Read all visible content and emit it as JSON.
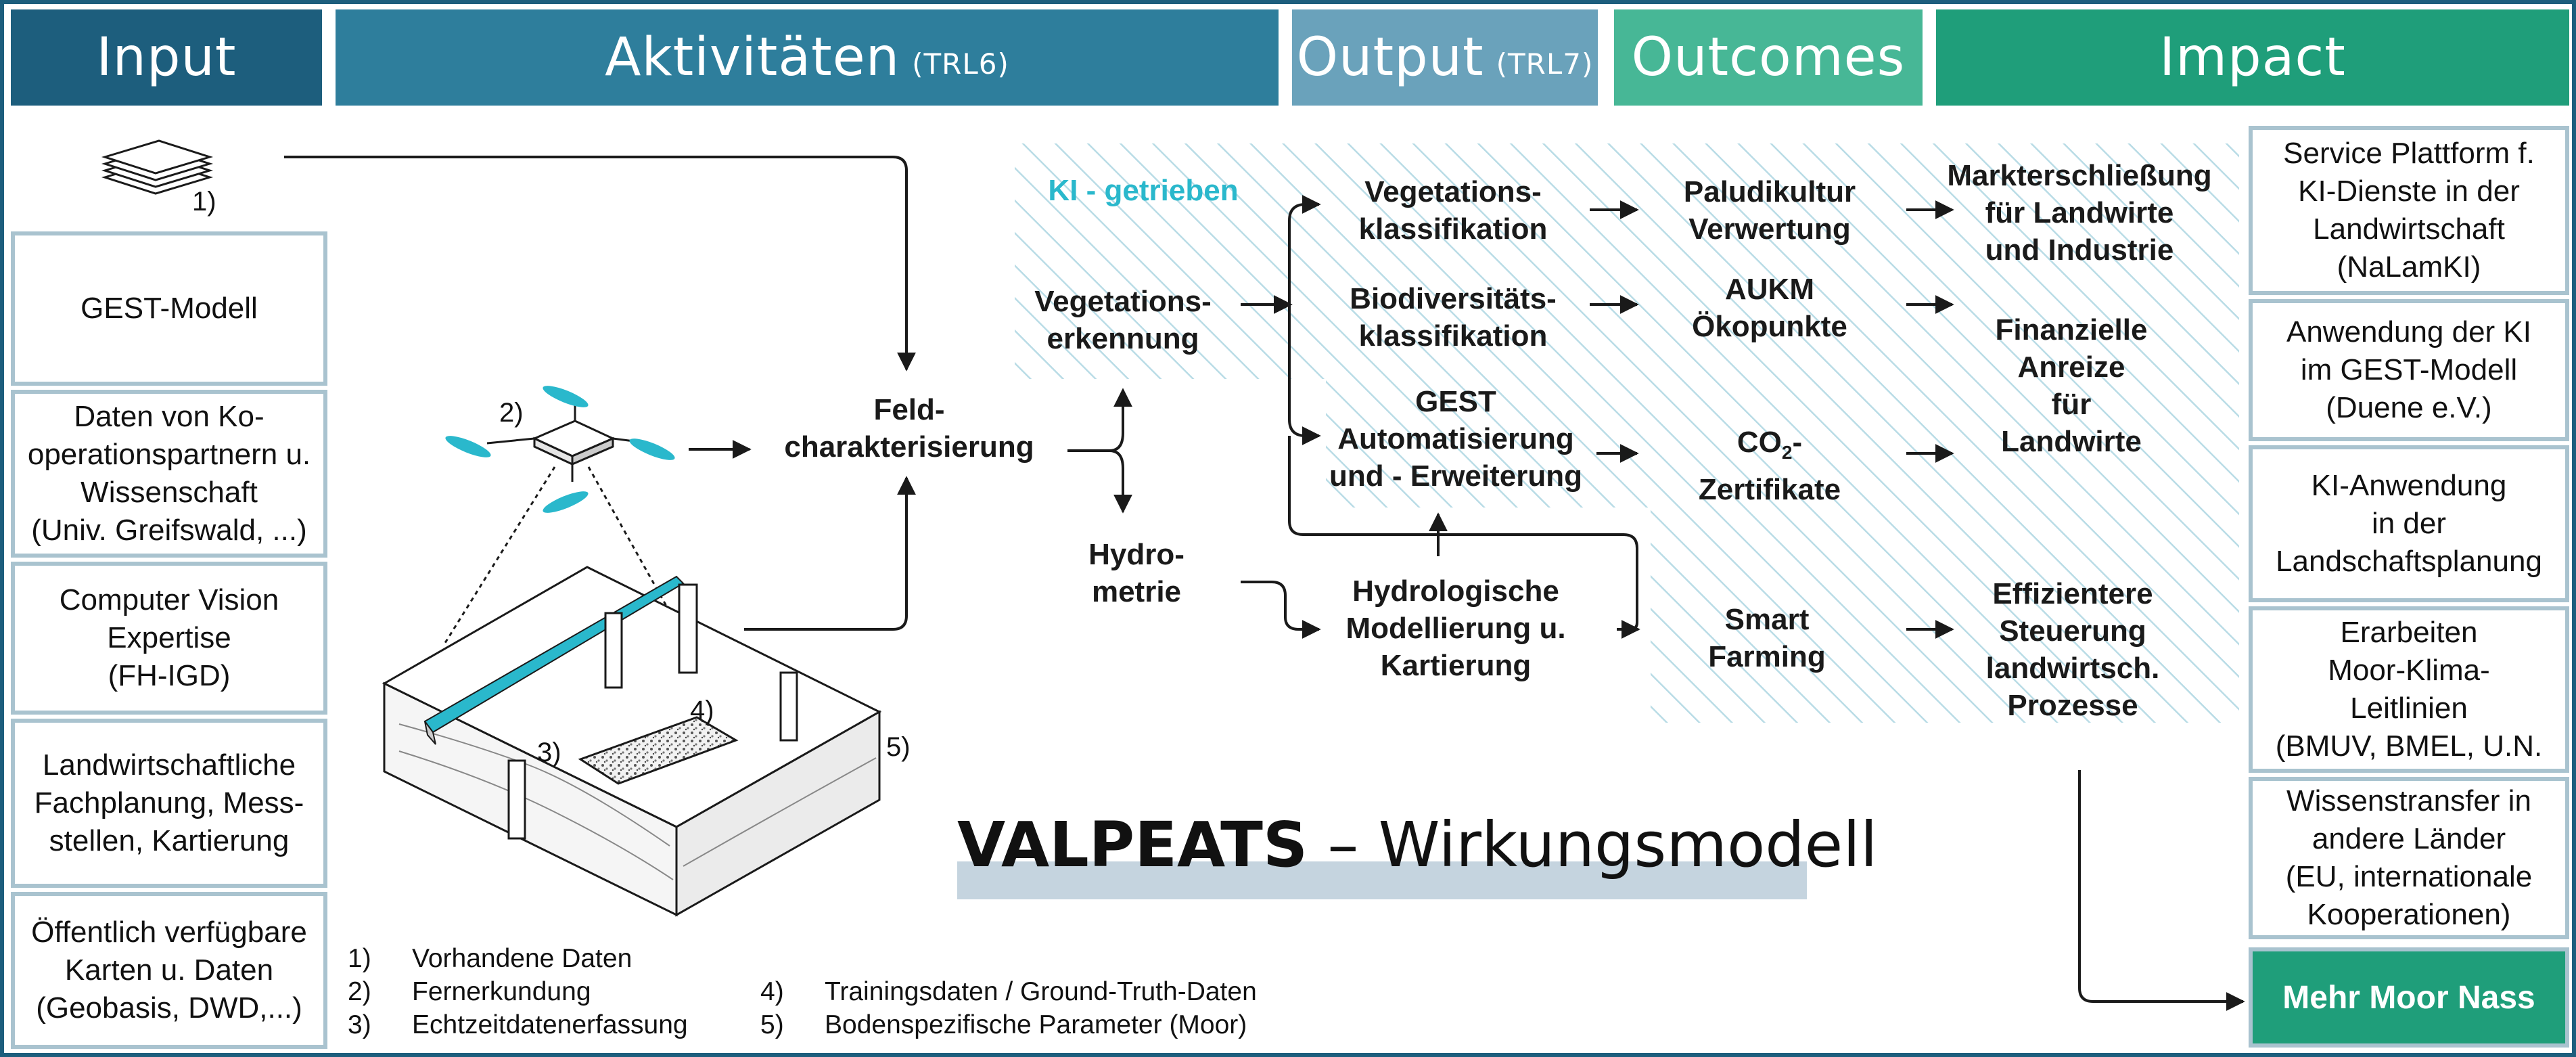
{
  "header": {
    "input": {
      "label": "Input",
      "color": "#1d5e7d"
    },
    "aktivitaeten": {
      "label": "Aktivitäten",
      "sub": "(TRL6)",
      "color": "#2e7e9c"
    },
    "output": {
      "label": "Output",
      "sub": "(TRL7)",
      "color": "#6aa2bb"
    },
    "outcomes": {
      "label": "Outcomes",
      "color": "#47b796"
    },
    "impact": {
      "label": "Impact",
      "color": "#1f9e7a"
    }
  },
  "inputs": [
    "GEST-Modell",
    "Daten von Ko-\noperationspartnern u.\nWissenschaft\n(Univ. Greifswald, ...)",
    "Computer Vision\nExpertise\n(FH-IGD)",
    "Landwirtschaftliche\nFachplanung, Mess-\nstellen, Kartierung",
    "Öffentlich verfügbare\nKarten u. Daten\n(Geobasis, DWD,...)"
  ],
  "impacts": [
    "Service Plattform f.\nKI-Dienste in der\nLandwirtschaft\n(NaLamKI)",
    "Anwendung der KI\nim GEST-Modell\n(Duene e.V.)",
    "KI-Anwendung\nin der\nLandschaftsplanung",
    "Erarbeiten\nMoor-Klima-\nLeitlinien\n(BMUV, BMEL, U.N.",
    "Wissenstransfer in\nandere Länder\n(EU, internationale\nKooperationen)"
  ],
  "goal": "Mehr Moor Nass",
  "nodes": {
    "ki": "KI - getrieben",
    "feld": "Feld-\ncharakterisierung",
    "veg_erk": "Vegetations-\nerkennung",
    "hydro": "Hydro-\nmetrie",
    "veg_kl": "Vegetations-\nklassifikation",
    "bio_kl": "Biodiversitäts-\nklassifikation",
    "gest": "GEST\nAutomatisierung\nund - Erweiterung",
    "hydro_mod": "Hydrologische\nModellierung u.\nKartierung",
    "palu": "Paludikultur\nVerwertung",
    "aukm": "AUKM\nÖkopunkte",
    "co2_main": "CO",
    "co2_sub": "2",
    "co2_tail": "-\nZertifikate",
    "smart": "Smart\nFarming",
    "markt": "Markterschließung\nfür Landwirte\nund Industrie",
    "finanz": "Finanzielle\nAnreize\nfür\nLandwirte",
    "effiz": "Effizientere\nSteuerung\nlandwirtsch.\nProzesse"
  },
  "markers": [
    "1)",
    "2)",
    "3)",
    "4)",
    "5)"
  ],
  "legend": [
    {
      "n": "1)",
      "t": "Vorhandene Daten"
    },
    {
      "n": "2)",
      "t": "Fernerkundung"
    },
    {
      "n": "3)",
      "t": "Echtzeitdatenerfassung"
    },
    {
      "n": "4)",
      "t": "Trainingsdaten / Ground-Truth-Daten"
    },
    {
      "n": "5)",
      "t": "Bodenspezifische Parameter (Moor)"
    }
  ],
  "title": {
    "bold": "VALPEATS",
    "rest": " – Wirkungsmodell"
  },
  "colors": {
    "frame": "#1d5e7d",
    "box_border": "#a9c3cf",
    "hatch": "#b9dce6",
    "cyan": "#2ab8cc",
    "arrow": "#1a1a1a"
  }
}
